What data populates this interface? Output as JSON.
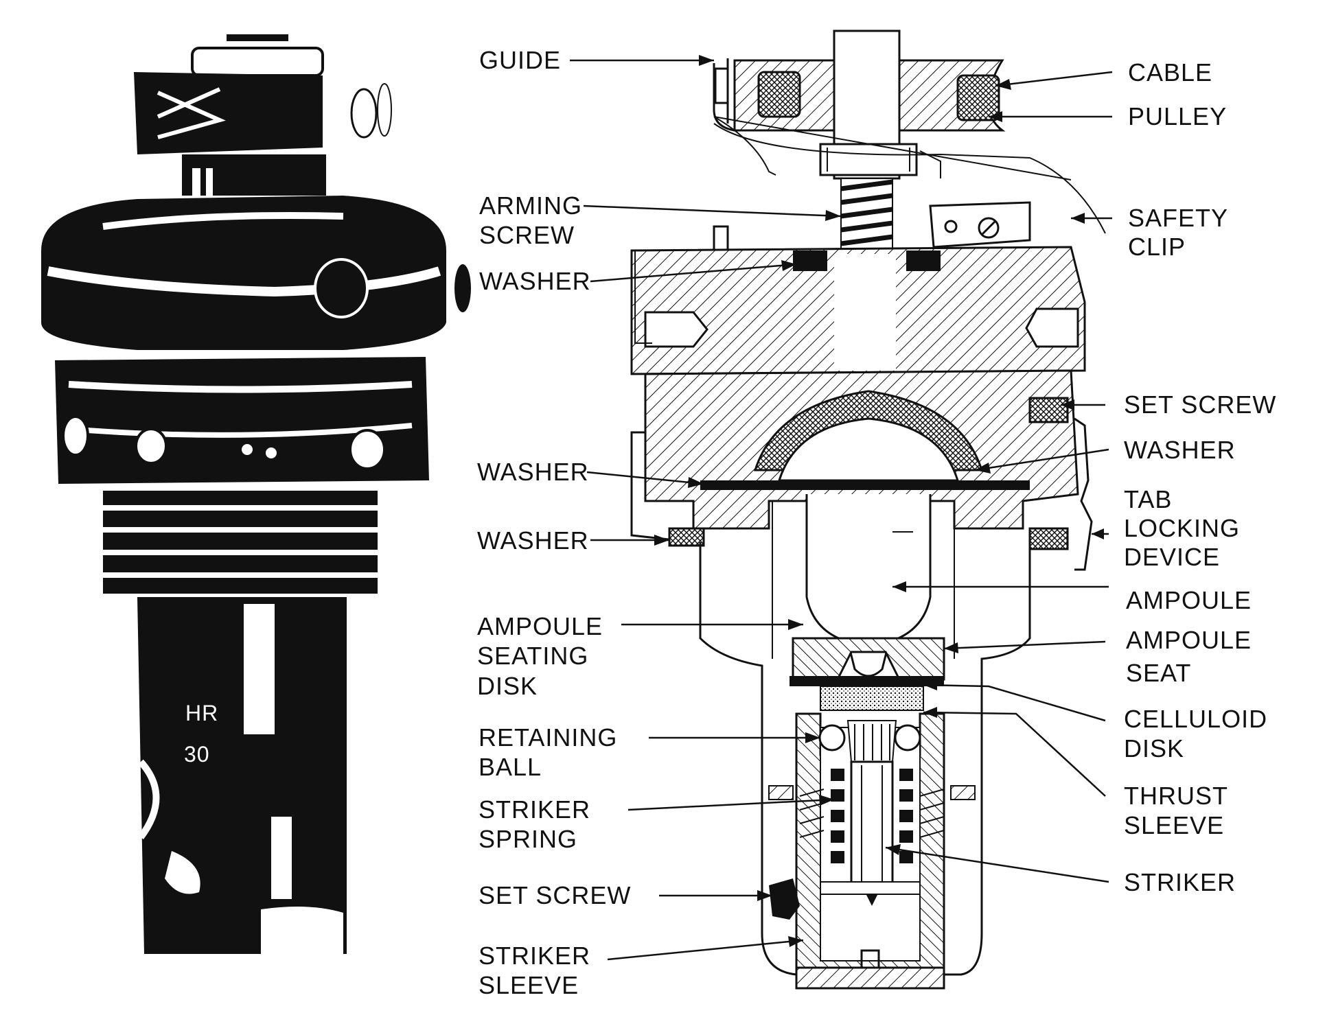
{
  "labels_left": [
    {
      "id": "guide",
      "lines": [
        "GUIDE"
      ]
    },
    {
      "id": "arming-screw",
      "lines": [
        "ARMING",
        "SCREW"
      ]
    },
    {
      "id": "washer-1",
      "lines": [
        "WASHER"
      ]
    },
    {
      "id": "washer-2",
      "lines": [
        "WASHER"
      ]
    },
    {
      "id": "washer-3",
      "lines": [
        "WASHER"
      ]
    },
    {
      "id": "ampoule-seating-disk",
      "lines": [
        "AMPOULE",
        "SEATING",
        "DISK"
      ]
    },
    {
      "id": "retaining-ball",
      "lines": [
        "RETAINING",
        "BALL"
      ]
    },
    {
      "id": "striker-spring",
      "lines": [
        "STRIKER",
        "SPRING"
      ]
    },
    {
      "id": "set-screw-left",
      "lines": [
        "SET SCREW"
      ]
    },
    {
      "id": "striker-sleeve",
      "lines": [
        "STRIKER",
        "SLEEVE"
      ]
    }
  ],
  "labels_right": [
    {
      "id": "cable",
      "lines": [
        "CABLE"
      ]
    },
    {
      "id": "pulley",
      "lines": [
        "PULLEY"
      ]
    },
    {
      "id": "safety-clip",
      "lines": [
        "SAFETY",
        "CLIP"
      ]
    },
    {
      "id": "set-screw-right",
      "lines": [
        "SET SCREW"
      ]
    },
    {
      "id": "washer-right",
      "lines": [
        "WASHER"
      ]
    },
    {
      "id": "tab-locking-device",
      "lines": [
        "TAB",
        "LOCKING",
        "DEVICE"
      ]
    },
    {
      "id": "ampoule",
      "lines": [
        "AMPOULE"
      ]
    },
    {
      "id": "ampoule-seat",
      "lines": [
        "AMPOULE",
        "SEAT"
      ]
    },
    {
      "id": "celluloid-disk",
      "lines": [
        "CELLULOID",
        "DISK"
      ]
    },
    {
      "id": "thrust-sleeve",
      "lines": [
        "THRUST",
        "SLEEVE"
      ]
    },
    {
      "id": "striker",
      "lines": [
        "STRIKER"
      ]
    }
  ],
  "photo_marking": [
    "HR",
    "30"
  ]
}
